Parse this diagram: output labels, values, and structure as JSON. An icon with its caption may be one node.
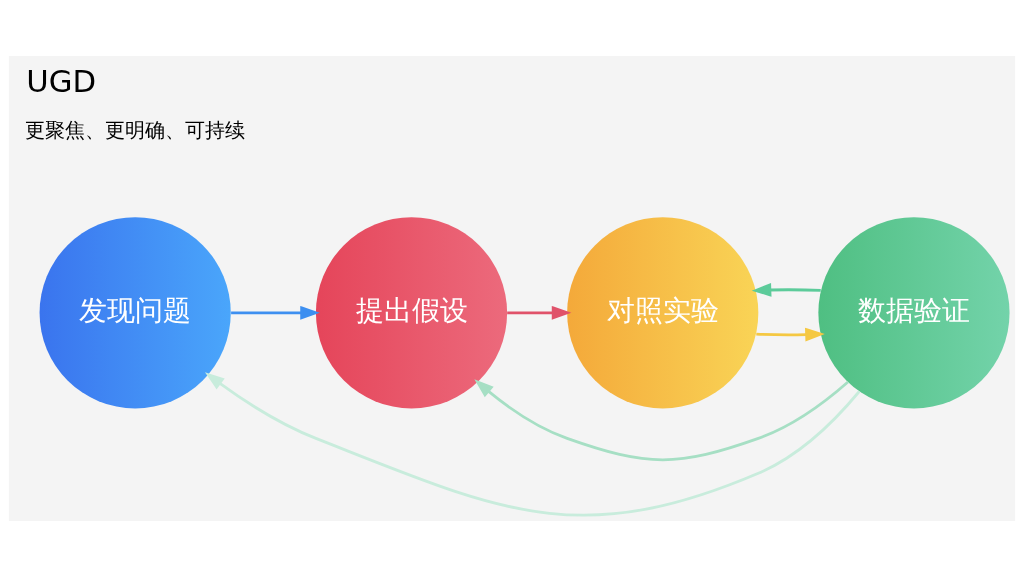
{
  "diagram": {
    "title": "UGD",
    "nodes": [
      {
        "text": [
          "发现问题"
        ]
      },
      {
        "text": [
          "提出假设"
        ]
      },
      {
        "text": [
          "对照实验"
        ]
      },
      {
        "text": [
          "数据验证"
        ]
      }
    ],
    "edges": [
      {
        "from": 0,
        "to": 1,
        "arrow": "to",
        "color": "#3d8ff0"
      },
      {
        "from": 1,
        "to": 2,
        "arrow": "to",
        "color": "#e0526a"
      },
      {
        "from": 2,
        "to": 3,
        "arrow": "to",
        "color": "#f5c842"
      },
      {
        "from": 3,
        "to": 0,
        "arrow": "to",
        "color": "#c8ecdc"
      },
      {
        "from": 3,
        "to": 1,
        "arrow": "to",
        "color": "#a6dfc4"
      },
      {
        "from": 3,
        "to": 2,
        "arrow": "to",
        "color": "#5ccb9a"
      }
    ],
    "labels": [
      "更聚焦、更明确、可持续"
    ]
  }
}
